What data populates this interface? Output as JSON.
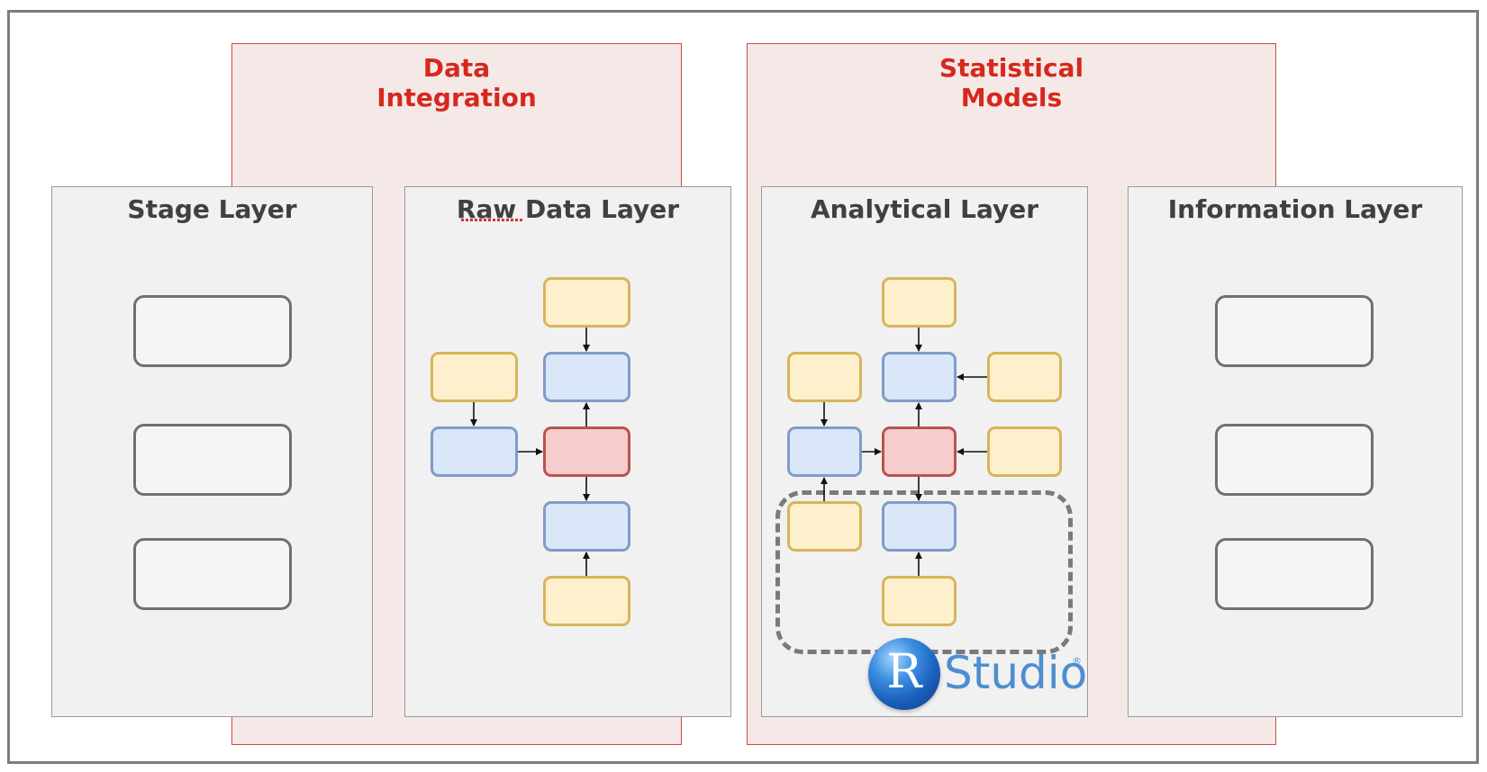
{
  "groups": {
    "data_integration": "Data\nIntegration",
    "statistical_models": "Statistical\nModels"
  },
  "layers": {
    "stage": "Stage Layer",
    "raw_data": "Raw Data Layer",
    "analytical": "Analytical Layer",
    "information": "Information Layer"
  },
  "logo": {
    "letter": "R",
    "word": "Studio",
    "registered": "®"
  },
  "colors": {
    "group_title": "#d6281d",
    "yellow_node": "#fff0cd",
    "blue_node": "#d9e7f9",
    "red_node": "#f7cccc",
    "stage_node": "#f5f5f5"
  }
}
